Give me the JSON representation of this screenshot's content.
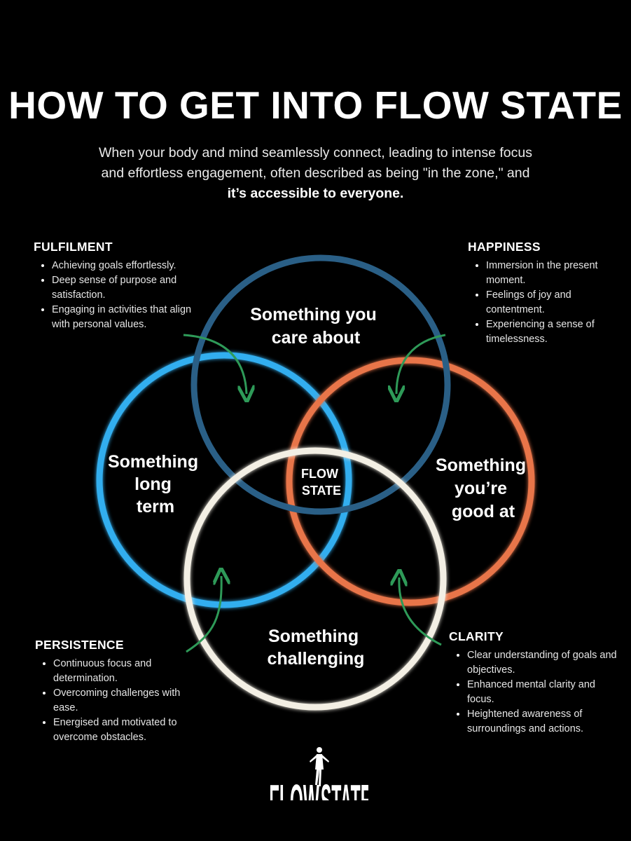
{
  "title": "HOW TO GET INTO FLOW STATE",
  "subtitle": {
    "line1": "When your body and mind seamlessly connect, leading to intense focus",
    "line2": "and effortless engagement, often described as being \"in the zone,\" and",
    "line3": "it’s accessible to everyone."
  },
  "diagram": {
    "circles": [
      {
        "id": "care",
        "label_lines": [
          "Something you",
          "care about"
        ],
        "color": "#2a5f86"
      },
      {
        "id": "long_term",
        "label_lines": [
          "Something",
          "long",
          "term"
        ],
        "color": "#33aeef"
      },
      {
        "id": "good_at",
        "label_lines": [
          "Something",
          "you’re",
          "good at"
        ],
        "color": "#e8744a"
      },
      {
        "id": "challenging",
        "label_lines": [
          "Something",
          "challenging"
        ],
        "color": "#f3efe4"
      }
    ],
    "center_label": [
      "FLOW",
      "STATE"
    ],
    "arrow_color": "#2e9a58"
  },
  "sections": {
    "fulfilment": {
      "heading": "FULFILMENT",
      "items": [
        "Achieving goals effortlessly.",
        "Deep sense of purpose and satisfaction.",
        "Engaging in activities that align with personal values."
      ]
    },
    "happiness": {
      "heading": "HAPPINESS",
      "items": [
        "Immersion in the present moment.",
        "Feelings of joy and contentment.",
        "Experiencing a sense of timelessness."
      ]
    },
    "persistence": {
      "heading": "PERSISTENCE",
      "items": [
        "Continuous focus and determination.",
        "Overcoming challenges with ease.",
        "Energised and motivated to overcome obstacles."
      ]
    },
    "clarity": {
      "heading": "CLARITY",
      "items": [
        "Clear understanding of goals and objectives.",
        "Enhanced mental clarity and focus.",
        "Heightened awareness of surroundings and actions."
      ]
    }
  },
  "logo": {
    "left": "FLOW",
    "right": "STATE"
  }
}
